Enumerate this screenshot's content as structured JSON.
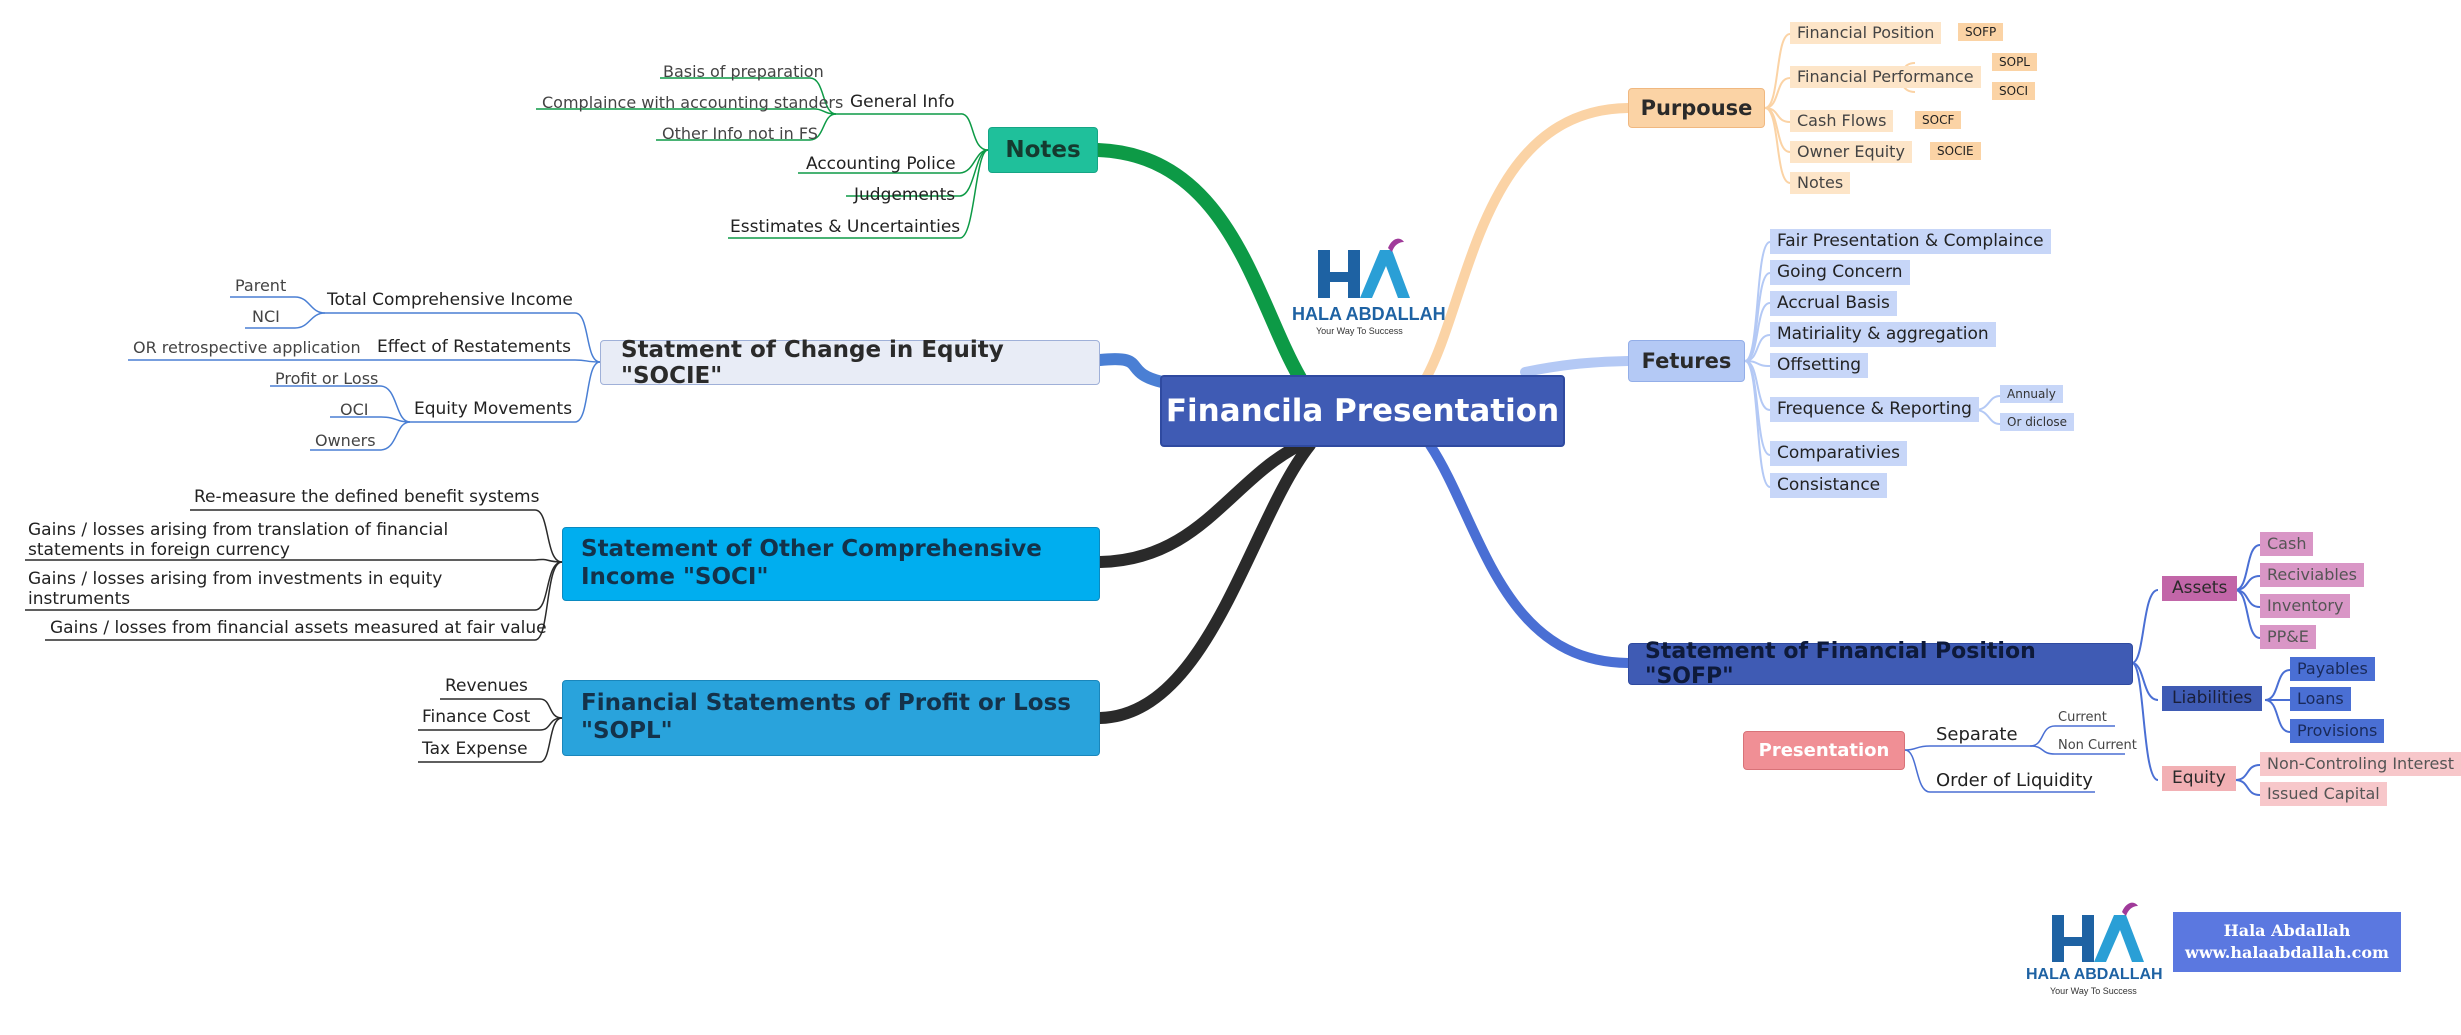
{
  "center": "Financila Presentation",
  "logo": {
    "name": "HALA ABDALLAH",
    "tagline": "Your Way To Success"
  },
  "signature": {
    "name": "Hala Abdallah",
    "url": "www.halaabdallah.com"
  },
  "notes": {
    "title": "Notes",
    "general_info": "General Info",
    "basis": "Basis of preparation",
    "compliance": "Complaince with accounting standers",
    "other_info": "Other Info not in FS",
    "policies": "Accounting Police",
    "judgements": "Judgements",
    "estimates": "Esstimates & Uncertainties"
  },
  "socie": {
    "title": "Statment of Change in Equity \"SOCIE\"",
    "tci": "Total Comprehensive Income",
    "parent": "Parent",
    "nci": "NCI",
    "restatements": "Effect of Restatements",
    "retro": "OR retrospective application",
    "movements": "Equity Movements",
    "pl": "Profit or Loss",
    "oci": "OCI",
    "owners": "Owners"
  },
  "soci": {
    "title": "Statement of Other Comprehensive Income \"SOCI\"",
    "item1": "Re-measure the defined benefit systems",
    "item2": "Gains / losses arising from translation of financial statements in foreign currency",
    "item3": "Gains / losses arising from investments in equity instruments",
    "item4": "Gains / losses from financial assets measured at fair value"
  },
  "sopl": {
    "title": "Financial Statements of Profit or Loss \"SOPL\"",
    "revenues": "Revenues",
    "finance_cost": "Finance Cost",
    "tax": "Tax Expense"
  },
  "purpose": {
    "title": "Purpouse",
    "fin_position": "Financial Position",
    "sofp": "SOFP",
    "fin_performance": "Financial Performance",
    "sopl": "SOPL",
    "soci": "SOCI",
    "cash_flows": "Cash Flows",
    "socf": "SOCF",
    "owner_equity": "Owner Equity",
    "socie": "SOCIE",
    "notes": "Notes"
  },
  "features": {
    "title": "Fetures",
    "fair": "Fair Presentation & Complaince",
    "going": "Going Concern",
    "accrual": "Accrual Basis",
    "materiality": "Matiriality & aggregation",
    "offsetting": "Offsetting",
    "frequency": "Frequence & Reporting",
    "annualy": "Annualy",
    "disclose": "Or diclose",
    "comparatives": "Comparativies",
    "consistance": "Consistance"
  },
  "sofp": {
    "title": "Statement of Financial Position \"SOFP\"",
    "assets": "Assets",
    "cash": "Cash",
    "receivables": "Reciviables",
    "inventory": "Inventory",
    "ppe": "PP&E",
    "liabilities": "Liabilities",
    "payables": "Payables",
    "loans": "Loans",
    "provisions": "Provisions",
    "equity": "Equity",
    "nci": "Non-Controling Interest",
    "issued": "Issued Capital"
  },
  "presentation": {
    "title": "Presentation",
    "separate": "Separate",
    "current": "Current",
    "non_current": "Non Current",
    "liquidity": "Order of Liquidity"
  },
  "colors": {
    "center": "#3f5bb4",
    "notes": "#1fc09b",
    "socie": "#e8ecf6",
    "soci": "#00aeef",
    "sopl": "#29a3dc",
    "purpose": "#fbd3a5",
    "features": "#b4c9f5",
    "sofp": "#3f5bb4",
    "presentation": "#f08f95"
  }
}
